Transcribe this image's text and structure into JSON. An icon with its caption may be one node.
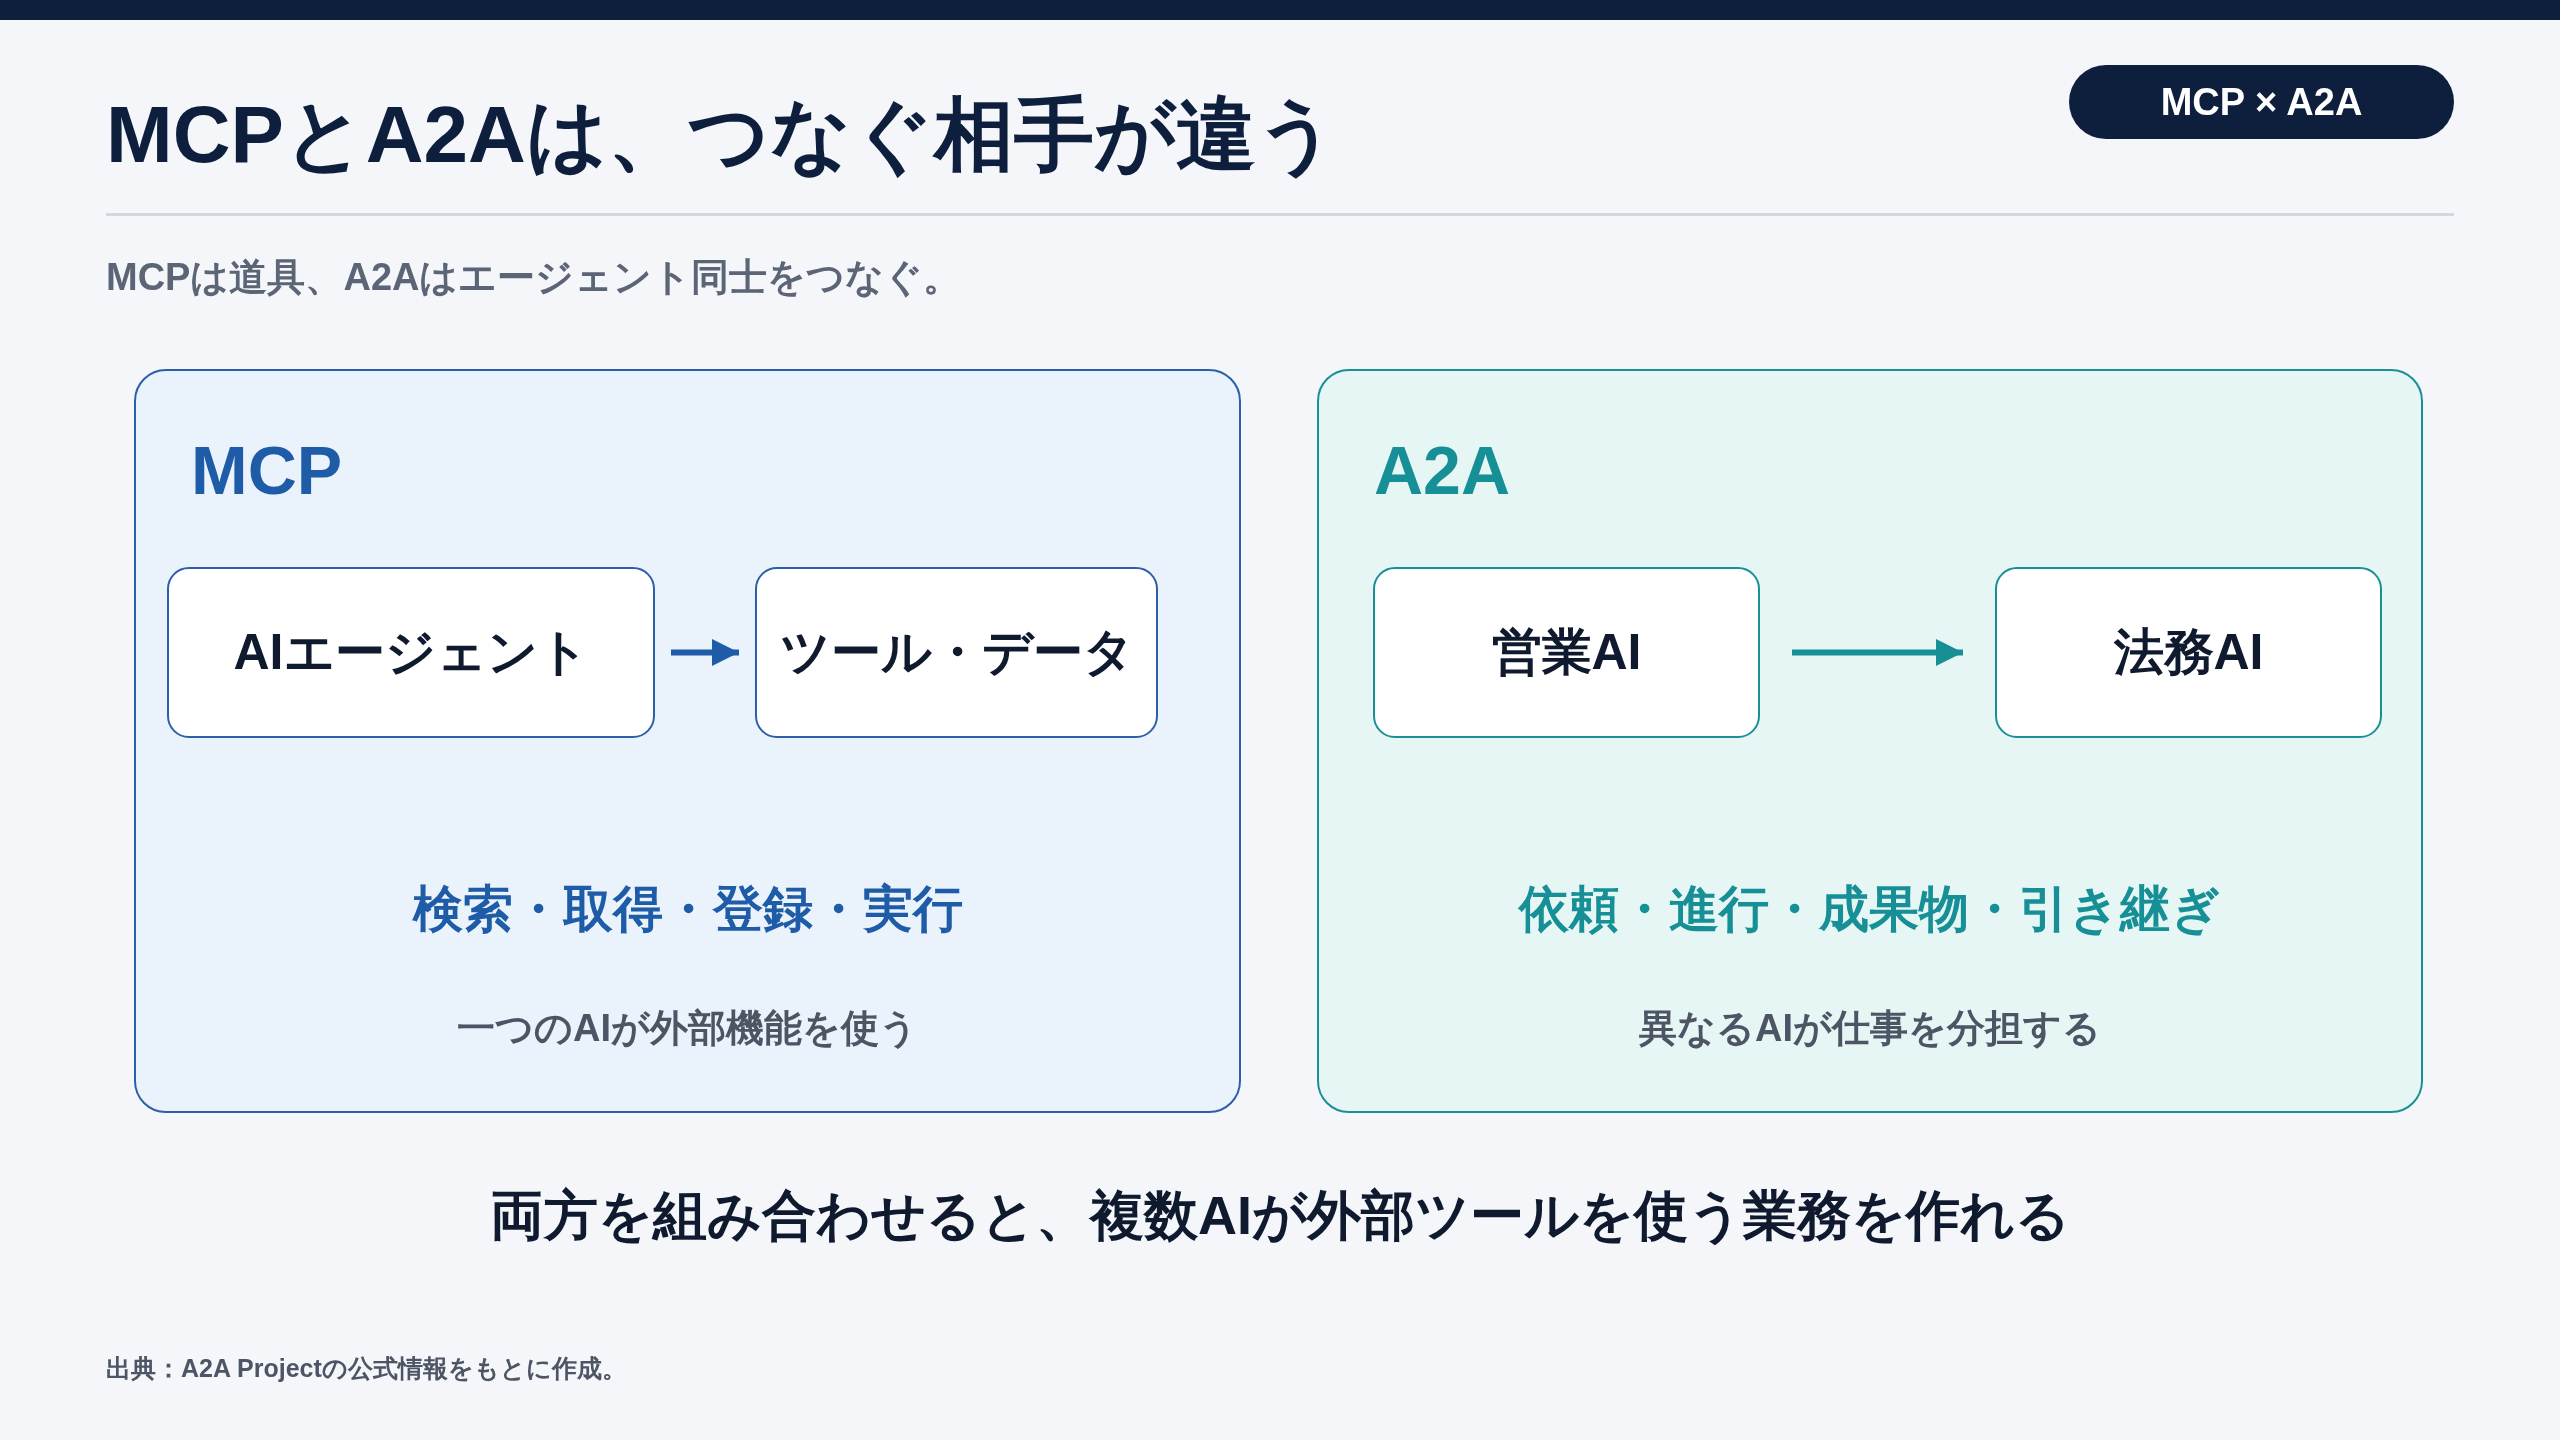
{
  "diagram": {
    "title": "MCPとA2Aは、つなぐ相手が違う",
    "nodes": [
      {
        "text": [
          "MCP",
          "検索・取得・登録・実行",
          "一つのAIが外部機能を使う"
        ]
      },
      {
        "text": [
          "AIエージェント"
        ],
        "in": 0
      },
      {
        "text": [
          "ツール・データ"
        ],
        "in": 0
      },
      {
        "text": [
          "A2A",
          "依頼・進行・成果物・引き継ぎ",
          "異なるAIが仕事を分担する"
        ]
      },
      {
        "text": [
          "営業AI"
        ],
        "in": 3
      },
      {
        "text": [
          "法務AI"
        ],
        "in": 3
      }
    ],
    "edges": [
      {
        "from": 1,
        "to": 2,
        "arrow": "to",
        "color": "#1f5ca8"
      },
      {
        "from": 4,
        "to": 5,
        "arrow": "to",
        "color": "#178f96"
      }
    ],
    "labels": [
      "MCP × A2A",
      "MCPは道具、A2Aはエージェント同士をつなぐ。",
      "両方を組み合わせると、複数AIが外部ツールを使う業務を作れる",
      "出典：A2A Projectの公式情報をもとに作成。"
    ]
  }
}
